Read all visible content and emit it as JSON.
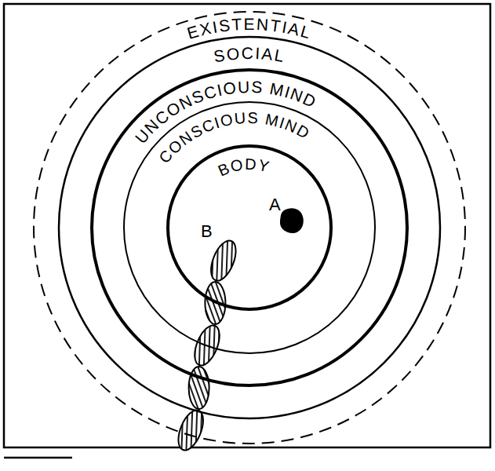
{
  "diagram": {
    "nodes": [
      {
        "text": [
          "EXISTENTIAL"
        ]
      },
      {
        "text": [
          "SOCIAL"
        ],
        "in": 0
      },
      {
        "text": [
          "UNCONSCIOUS MIND"
        ],
        "in": 1
      },
      {
        "text": [
          "CONSCIOUS MIND"
        ],
        "in": 2
      },
      {
        "text": [
          "BODY"
        ],
        "in": 3
      }
    ],
    "labels": [
      "A",
      "B"
    ]
  }
}
